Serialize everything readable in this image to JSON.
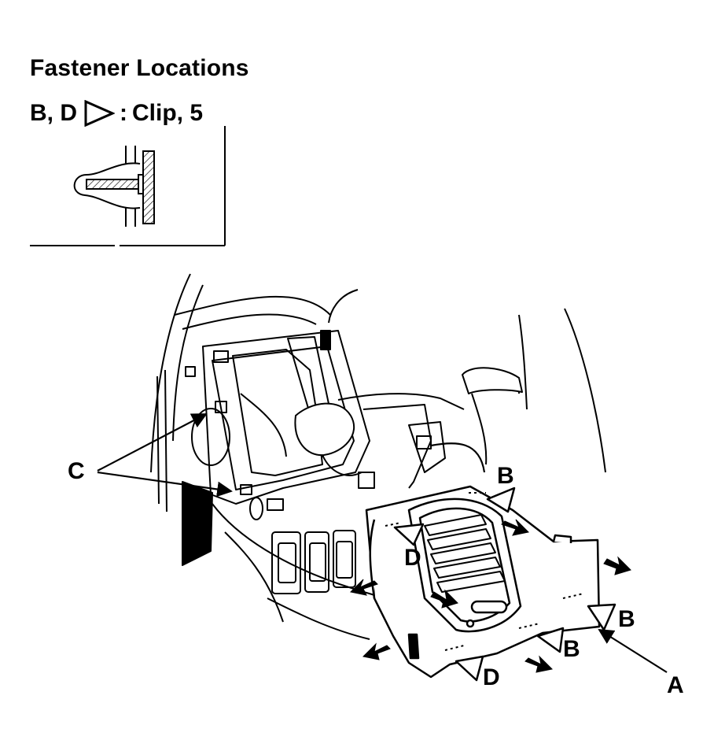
{
  "header": {
    "title": "Fastener Locations",
    "legend_prefix": "B, D",
    "legend_separator": ":",
    "legend_text": "Clip, 5"
  },
  "callouts": {
    "c": "C",
    "b1": "B",
    "b2": "B",
    "b3": "B",
    "d1": "D",
    "d2": "D",
    "a": "A"
  },
  "colors": {
    "line": "#000000",
    "background": "#ffffff"
  },
  "icons": {
    "clip_marker": "open-triangle-right",
    "removal_arrow": "solid-arrow"
  }
}
